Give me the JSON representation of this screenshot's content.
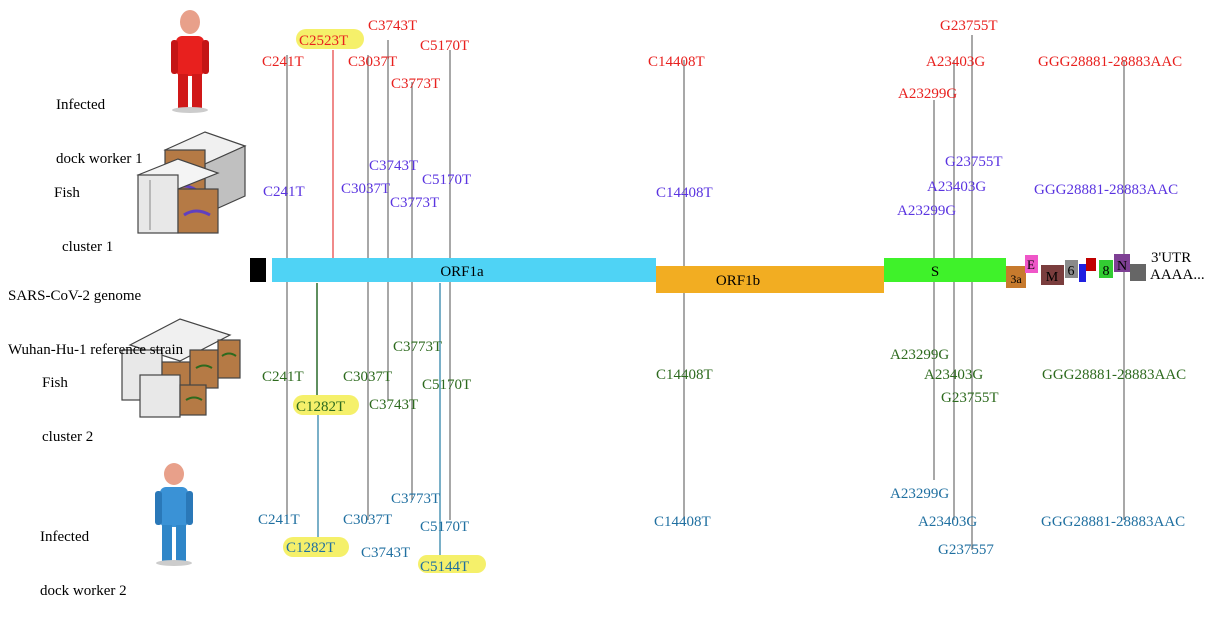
{
  "colors": {
    "worker1": "#e8201e",
    "fish1": "#5a34e0",
    "fish2": "#2d6a1e",
    "worker2": "#1f6fa0",
    "highlight": "#f5f06a",
    "vline": "#7a7a7a"
  },
  "labels": {
    "worker1": [
      "Infected",
      "dock worker 1"
    ],
    "fish1": [
      "Fish",
      "cluster 1"
    ],
    "genome": [
      "SARS-CoV-2 genome",
      "Wuhan-Hu-1 reference strain"
    ],
    "fish2": [
      "Fish",
      "cluster 2"
    ],
    "worker2": [
      "Infected",
      "dock worker 2"
    ]
  },
  "genes": {
    "orf1a": "ORF1a",
    "orf1b": "ORF1b",
    "s": "S",
    "g3a": "3a",
    "e": "E",
    "m": "M",
    "g6": "6",
    "g8": "8",
    "n": "N",
    "utr": "3'UTR",
    "polya": "AAAA..."
  },
  "mutations": {
    "worker1": [
      "C241T",
      "C2523T",
      "C3037T",
      "C3743T",
      "C3773T",
      "C5170T",
      "C14408T",
      "A23299G",
      "A23403G",
      "G23755T",
      "GGG28881-28883AAC"
    ],
    "fish1": [
      "C241T",
      "C3037T",
      "C3743T",
      "C3773T",
      "C5170T",
      "C14408T",
      "A23299G",
      "A23403G",
      "G23755T",
      "GGG28881-28883AAC"
    ],
    "fish2": [
      "C241T",
      "C1282T",
      "C3037T",
      "C3743T",
      "C3773T",
      "C5170T",
      "C14408T",
      "A23299G",
      "A23403G",
      "G23755T",
      "GGG28881-28883AAC"
    ],
    "worker2": [
      "C241T",
      "C1282T",
      "C3037T",
      "C3743T",
      "C3773T",
      "C5144T",
      "C5170T",
      "C14408T",
      "A23299G",
      "A23403G",
      "G237557",
      "GGG28881-28883AAC"
    ]
  }
}
